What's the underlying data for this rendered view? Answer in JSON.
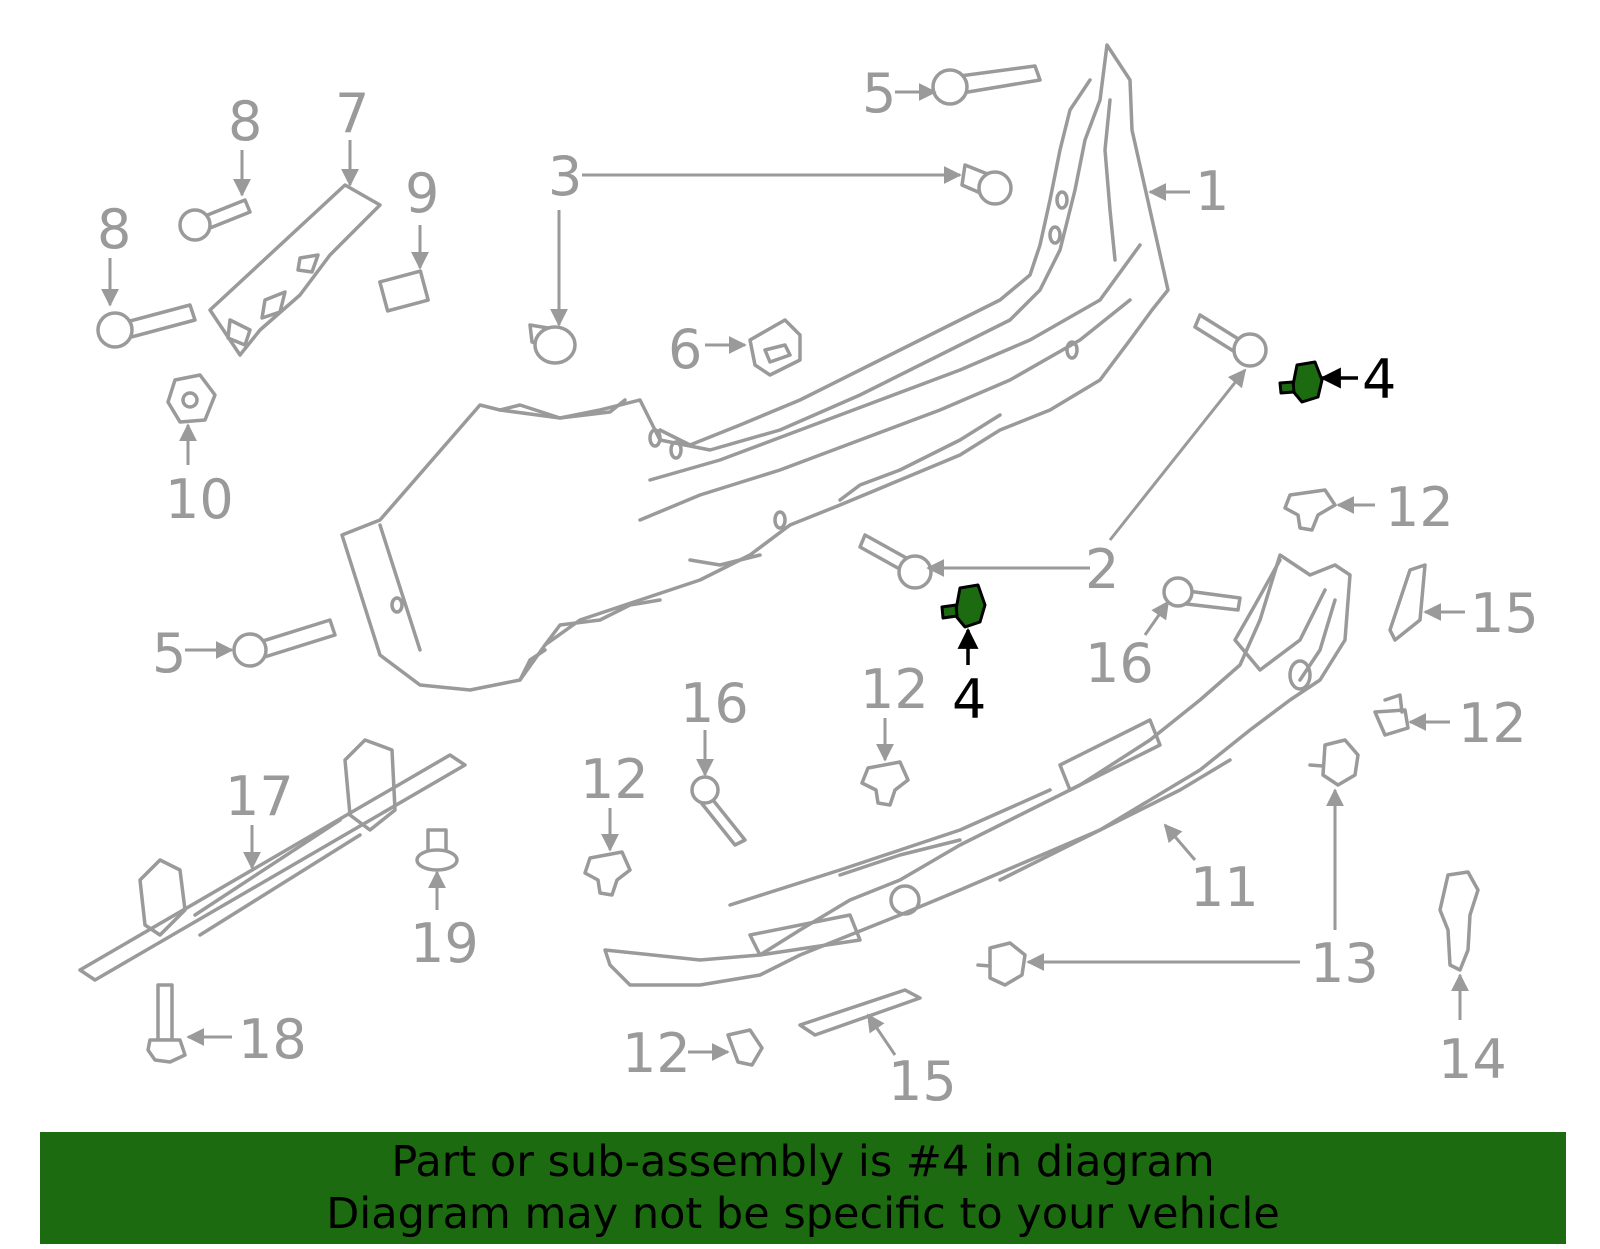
{
  "diagram": {
    "highlight_color": "#1d6b10",
    "part_color": "#9a9a9a",
    "callouts": {
      "c1": "1",
      "c2": "2",
      "c3": "3",
      "c4a": "4",
      "c4b": "4",
      "c5a": "5",
      "c5b": "5",
      "c6": "6",
      "c7": "7",
      "c8a": "8",
      "c8b": "8",
      "c9": "9",
      "c10": "10",
      "c11": "11",
      "c12a": "12",
      "c12b": "12",
      "c12c": "12",
      "c12d": "12",
      "c12e": "12",
      "c13": "13",
      "c14": "14",
      "c15a": "15",
      "c15b": "15",
      "c16a": "16",
      "c16b": "16",
      "c17": "17",
      "c18": "18",
      "c19": "19"
    }
  },
  "banner": {
    "line1": "Part or sub-assembly is #4 in diagram",
    "line2": "Diagram may not be specific to your vehicle",
    "background": "#1d6b10"
  }
}
